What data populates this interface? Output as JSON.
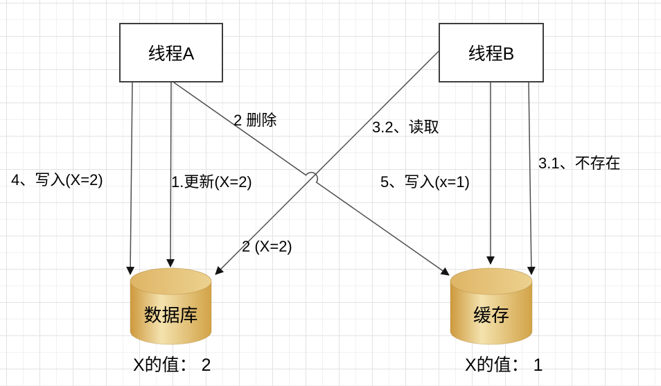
{
  "nodes": {
    "thread_a": {
      "label": "线程A"
    },
    "thread_b": {
      "label": "线程B"
    },
    "database": {
      "label": "数据库",
      "value": "X的值： 2"
    },
    "cache": {
      "label": "缓存",
      "value": "X的值： 1"
    }
  },
  "edge_labels": {
    "write_db": "4、写入(X=2)",
    "update_db": "1.更新(X=2)",
    "delete_cache": "2 删除",
    "read_db": "3.2、读取",
    "read_result": "2 (X=2)",
    "write_cache": "5、写入(x=1)",
    "cache_miss": "3.1、不存在"
  },
  "colors": {
    "line": "#4d4d4d",
    "arrowhead": "#141414",
    "box_border": "#3d3d3d",
    "cylinder_dark": "#cd993d",
    "cylinder_light": "#f4e2ae",
    "cylinder_top_dark": "#dfb566",
    "cylinder_top_light": "#ecd18f",
    "grid_minor": "#f1f1f1",
    "grid_major": "#e2e2e2"
  }
}
